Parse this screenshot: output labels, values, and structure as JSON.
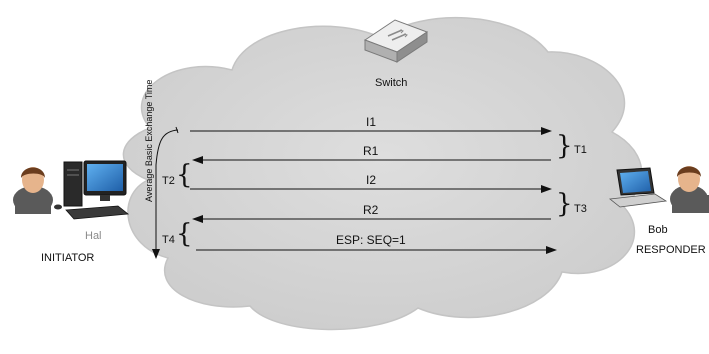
{
  "diagram": {
    "switch_label": "Switch",
    "initiator_name": "Hal",
    "initiator_role": "INITIATOR",
    "responder_name": "Bob",
    "responder_role": "RESPONDER",
    "axis_label": "Average Basic Exchange Time",
    "messages": [
      {
        "label": "I1",
        "direction": "right"
      },
      {
        "label": "R1",
        "direction": "left"
      },
      {
        "label": "I2",
        "direction": "right"
      },
      {
        "label": "R2",
        "direction": "left"
      },
      {
        "label": "ESP: SEQ=1",
        "direction": "right"
      }
    ],
    "timings": {
      "t1": "T1",
      "t2": "T2",
      "t3": "T3",
      "t4": "T4"
    },
    "colors": {
      "cloud": "#d4d4d4",
      "cloud_edge": "#c8c8c8",
      "arrow": "#111111"
    }
  }
}
